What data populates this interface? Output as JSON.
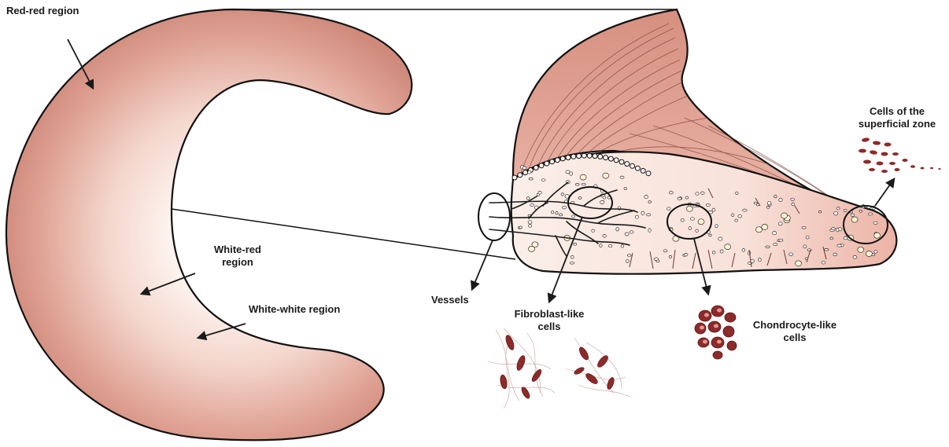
{
  "labels": {
    "red_red": "Red-red region",
    "white_red_1": "White-red",
    "white_red_2": "region",
    "white_white": "White-white region",
    "vessels": "Vessels",
    "fibroblast_1": "Fibroblast-like",
    "fibroblast_2": "cells",
    "chondrocyte_1": "Chondrocyte-like",
    "chondrocyte_2": "cells",
    "superficial_1": "Cells of the",
    "superficial_2": "superficial zone"
  },
  "colors": {
    "tissue_pink": "#e6a596",
    "tissue_light": "#fbeee8",
    "cell_red": "#8e2a2a",
    "outline": "#111111"
  }
}
